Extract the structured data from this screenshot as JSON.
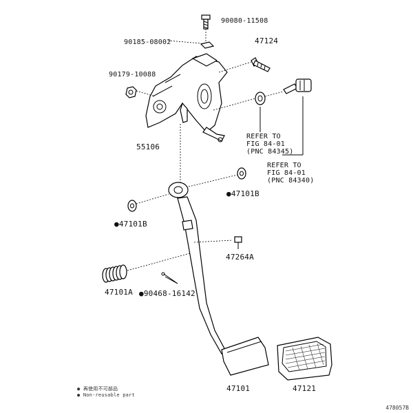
{
  "parts": {
    "p1": "90080-11508",
    "p2": "90185-08002",
    "p3": "47124",
    "p4": "90179-10088",
    "p5": "55106",
    "p6": "47101B",
    "p7": "47101B",
    "p8": "47264A",
    "p9": "47101A",
    "p10": "90468-16142",
    "p11": "47101",
    "p12": "47121"
  },
  "refs": {
    "r1_line1": "REFER TO",
    "r1_line2": "FIG 84-01",
    "r1_line3": "(PNC 84345)",
    "r2_line1": "REFER TO",
    "r2_line2": "FIG 84-01",
    "r2_line3": "(PNC 84340)"
  },
  "notes": {
    "line1": "再使用不可部品",
    "line2": "Non-reusable part"
  },
  "figure_id": "478057B"
}
